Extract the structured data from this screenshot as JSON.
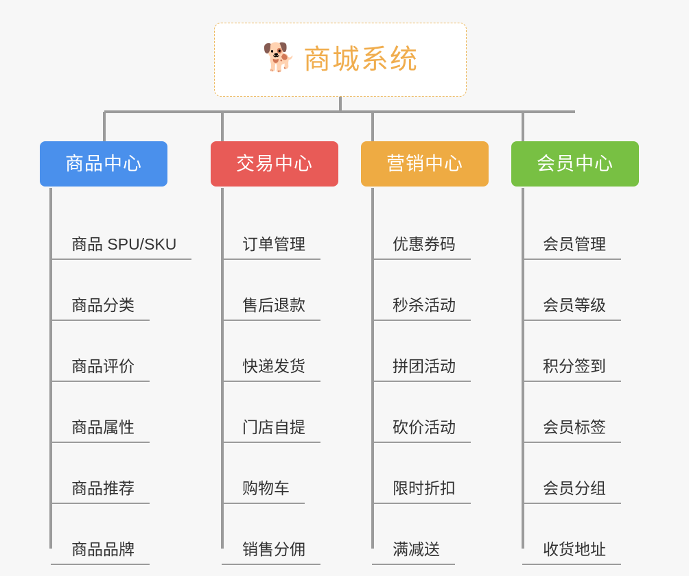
{
  "diagram": {
    "type": "mindmap",
    "title": "商城系统",
    "background_color": "#f7f7f7",
    "connector_color": "#9b9b9b",
    "root": {
      "label": "商城系统",
      "icon": "shiba-dog-face-emoji",
      "emoji": "🐕",
      "text_color": "#f0ad4e",
      "border_color": "#edb95e",
      "background_color": "#ffffff"
    },
    "branches": [
      {
        "label": "商品中心",
        "color": "#4a90ec",
        "items": [
          {
            "label": "商品 SPU/SKU"
          },
          {
            "label": "商品分类"
          },
          {
            "label": "商品评价"
          },
          {
            "label": "商品属性"
          },
          {
            "label": "商品推荐"
          },
          {
            "label": "商品品牌"
          }
        ]
      },
      {
        "label": "交易中心",
        "color": "#e85b57",
        "items": [
          {
            "label": "订单管理"
          },
          {
            "label": "售后退款"
          },
          {
            "label": "快递发货"
          },
          {
            "label": "门店自提"
          },
          {
            "label": "购物车"
          },
          {
            "label": "销售分佣"
          }
        ]
      },
      {
        "label": "营销中心",
        "color": "#eeab43",
        "items": [
          {
            "label": "优惠券码"
          },
          {
            "label": "秒杀活动"
          },
          {
            "label": "拼团活动"
          },
          {
            "label": "砍价活动"
          },
          {
            "label": "限时折扣"
          },
          {
            "label": "满减送"
          }
        ]
      },
      {
        "label": "会员中心",
        "color": "#78c043",
        "items": [
          {
            "label": "会员管理"
          },
          {
            "label": "会员等级"
          },
          {
            "label": "积分签到"
          },
          {
            "label": "会员标签"
          },
          {
            "label": "会员分组"
          },
          {
            "label": "收货地址"
          }
        ]
      }
    ]
  }
}
